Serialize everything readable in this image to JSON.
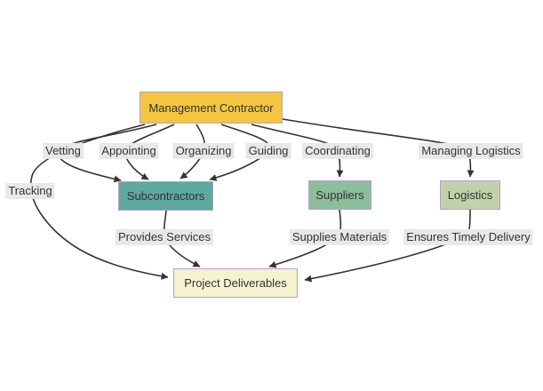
{
  "diagram": {
    "type": "flowchart",
    "nodes": {
      "management_contractor": {
        "label": "Management Contractor",
        "fill": "#f5c542"
      },
      "subcontractors": {
        "label": "Subcontractors",
        "fill": "#5fa8a0"
      },
      "suppliers": {
        "label": "Suppliers",
        "fill": "#8dbe9c"
      },
      "logistics": {
        "label": "Logistics",
        "fill": "#c2d1ac"
      },
      "project_deliverables": {
        "label": "Project Deliverables",
        "fill": "#f5f2d0"
      }
    },
    "edge_labels": {
      "vetting": "Vetting",
      "appointing": "Appointing",
      "organizing": "Organizing",
      "guiding": "Guiding",
      "coordinating": "Coordinating",
      "managing_logistics": "Managing Logistics",
      "tracking": "Tracking",
      "provides_services": "Provides Services",
      "supplies_materials": "Supplies Materials",
      "ensures_timely_delivery": "Ensures Timely Delivery"
    },
    "edges": [
      {
        "from": "management_contractor",
        "to": "subcontractors",
        "label": "Vetting"
      },
      {
        "from": "management_contractor",
        "to": "subcontractors",
        "label": "Appointing"
      },
      {
        "from": "management_contractor",
        "to": "subcontractors",
        "label": "Organizing"
      },
      {
        "from": "management_contractor",
        "to": "subcontractors",
        "label": "Guiding"
      },
      {
        "from": "management_contractor",
        "to": "suppliers",
        "label": "Coordinating"
      },
      {
        "from": "management_contractor",
        "to": "logistics",
        "label": "Managing Logistics"
      },
      {
        "from": "management_contractor",
        "to": "project_deliverables",
        "label": "Tracking"
      },
      {
        "from": "subcontractors",
        "to": "project_deliverables",
        "label": "Provides Services"
      },
      {
        "from": "suppliers",
        "to": "project_deliverables",
        "label": "Supplies Materials"
      },
      {
        "from": "logistics",
        "to": "project_deliverables",
        "label": "Ensures Timely Delivery"
      }
    ],
    "colors": {
      "node_border": "#b3a2c7",
      "edge_stroke": "#333333",
      "edge_label_bg": "#e8e8e8",
      "text": "#333333",
      "background": "#ffffff"
    }
  }
}
